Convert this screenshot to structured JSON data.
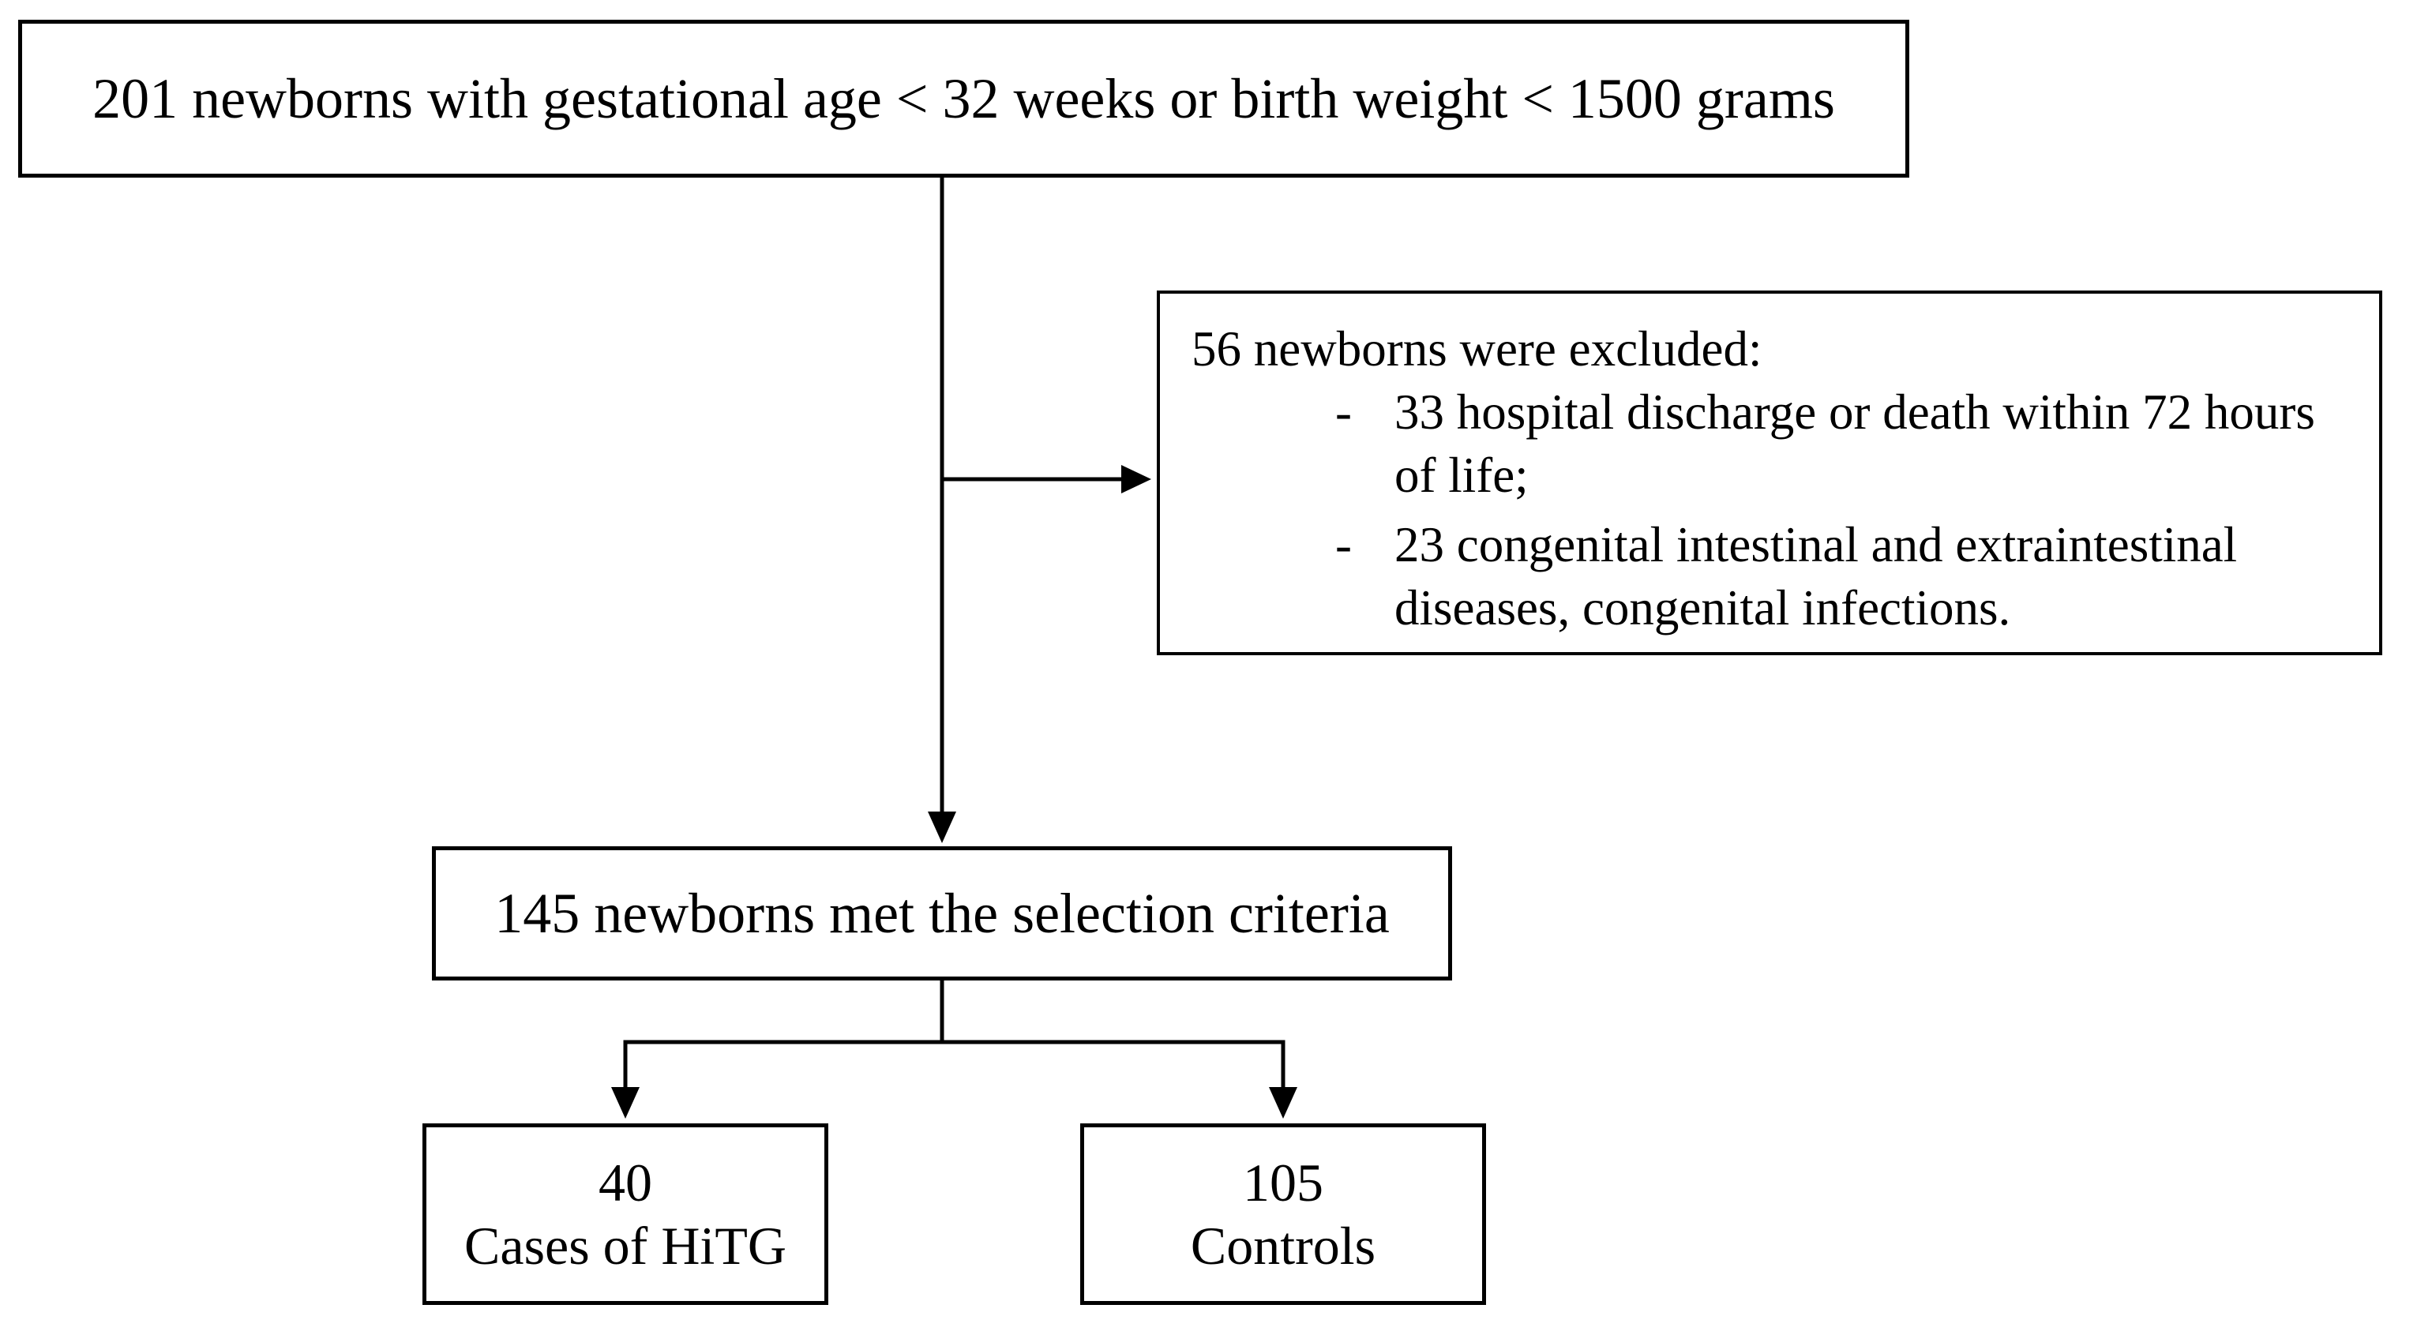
{
  "diagram": {
    "type": "study-selection-flowchart",
    "background_color": "#ffffff",
    "ink_color": "#000000"
  },
  "population_box": {
    "text": "201 newborns with gestational age < 32 weeks or birth weight < 1500 grams"
  },
  "exclusion_box": {
    "title": "56 newborns were excluded:",
    "items": [
      {
        "marker": "-",
        "lines": [
          "33 hospital discharge or death within 72 hours",
          "of life;"
        ]
      },
      {
        "marker": "-",
        "lines": [
          "23 congenital intestinal and extraintestinal",
          "diseases, congenital infections."
        ]
      }
    ]
  },
  "selection_box": {
    "text": "145 newborns met the selection criteria"
  },
  "outcome_boxes": {
    "cases": {
      "count": "40",
      "label": "Cases of HiTG"
    },
    "controls": {
      "count": "105",
      "label": "Controls"
    }
  }
}
